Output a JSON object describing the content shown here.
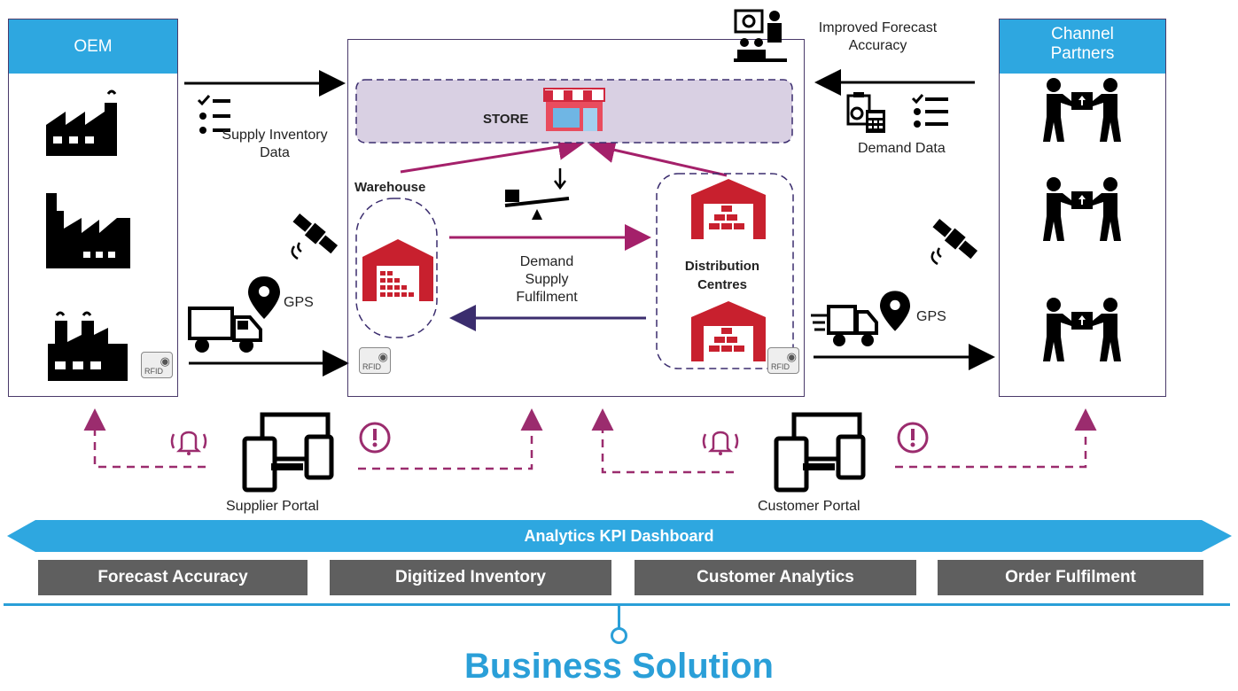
{
  "oem": {
    "title": "OEM"
  },
  "channel": {
    "title": "Channel Partners"
  },
  "forecast_label": "Improved Forecast Accuracy",
  "supply_label": "Supply Inventory Data",
  "demand_data_label": "Demand Data",
  "store_label": "STORE",
  "warehouse_label": "Warehouse",
  "dc_label": "Distribution Centres",
  "flow_label": "Demand Supply Fulfilment",
  "gps_label": "GPS",
  "rfid_label": "RFID",
  "supplier_portal_label": "Supplier Portal",
  "customer_portal_label": "Customer Portal",
  "dashboard": {
    "title": "Analytics KPI Dashboard",
    "kpis": [
      "Forecast Accuracy",
      "Digitized Inventory",
      "Customer Analytics",
      "Order Fulfilment"
    ]
  },
  "footer": "Business Solution",
  "colors": {
    "accent_blue": "#2ea7e0",
    "magenta_arrow": "#a4206a",
    "purple_arrow": "#3b2d6e",
    "dashed_pink": "#9b2c6e",
    "warehouse_red": "#c8202e",
    "store_band": "#d9d0e3",
    "kpi_grey": "#5f5f5f",
    "footer_blue": "#2a9fd8"
  },
  "icons": [
    "factory-icon",
    "truck-icon",
    "gps-pin-icon",
    "satellite-icon",
    "rfid-icon",
    "checklist-icon",
    "store-icon",
    "warehouse-icon",
    "scale-icon",
    "presenter-icon",
    "clipboard-calculator-icon",
    "handshake-icon",
    "devices-icon",
    "bell-icon",
    "alert-icon"
  ]
}
